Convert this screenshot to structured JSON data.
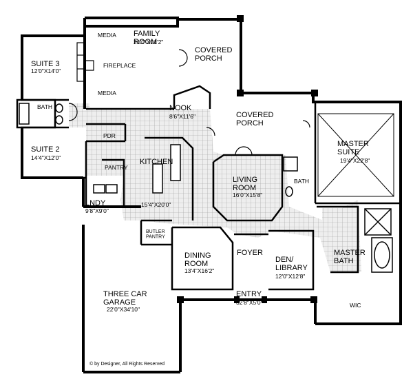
{
  "rooms": {
    "family_room": {
      "name": "FAMILY ROOM",
      "dims": "21'0\"X21'2\""
    },
    "covered_porch_top": {
      "name": "COVERED PORCH"
    },
    "suite3": {
      "name": "SUITE 3",
      "dims": "12'0\"X14'0\""
    },
    "nook": {
      "name": "NOOK",
      "dims": "8'6\"X11'6\""
    },
    "covered_porch_mid": {
      "name": "COVERED PORCH"
    },
    "master_suite": {
      "name": "MASTER SUITE",
      "dims": "19'4\"X22'8\""
    },
    "suite2": {
      "name": "SUITE 2",
      "dims": "14'4\"X12'0\""
    },
    "kitchen": {
      "name": "KITCHEN",
      "dims": "15'4\"X20'0\""
    },
    "living_room": {
      "name": "LIVING ROOM",
      "dims": "16'0\"X15'8\""
    },
    "lndy": {
      "name": "LNDY",
      "dims": "9'8\"X9'0\""
    },
    "dining_room": {
      "name": "DINING ROOM",
      "dims": "13'4\"X16'2\""
    },
    "den_library": {
      "name": "DEN/ LIBRARY",
      "dims": "12'0\"X12'8\""
    },
    "master_bath": {
      "name": "MASTER BATH"
    },
    "garage": {
      "name": "THREE CAR GARAGE",
      "dims": "22'0\"X34'10\""
    },
    "entry": {
      "name": "ENTRY",
      "dims": "32'8\"X5'0\""
    }
  },
  "small_labels": {
    "media_top": "MEDIA",
    "media_bottom": "MEDIA",
    "fireplace": "FIREPLACE",
    "bath_left": "BATH",
    "bath_right": "BATH",
    "pdr": "PDR",
    "pantry": "PANTRY",
    "butler_pantry": "BUTLER PANTRY",
    "foyer": "FOYER",
    "wic": "WIC"
  },
  "copyright": "© by Designer, All Rights Reserved"
}
